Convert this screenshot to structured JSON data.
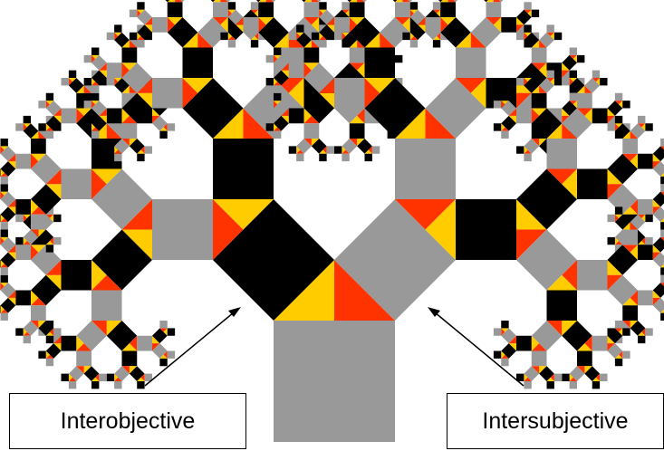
{
  "labels": {
    "left": "Interobjective",
    "right": "Intersubjective"
  },
  "colors": {
    "gray": "#999999",
    "black": "#000000",
    "yellow": "#ffcc00",
    "red": "#ff3300",
    "background": "#ffffff"
  },
  "tree": {
    "type": "pythagoras-tree",
    "depth": 8,
    "trunk_color": "gray",
    "lower-left_branch_color": "black",
    "lower-right_branch_color": "gray",
    "junction_triangle_colors": [
      "yellow",
      "red"
    ]
  }
}
